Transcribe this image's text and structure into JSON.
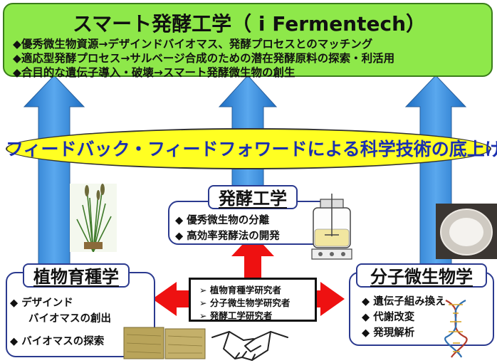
{
  "header": {
    "title": "スマート発酵工学（ i Fermentech）",
    "lines": [
      "◆優秀微生物資源→デザインドバイオマス、発酵プロセスとのマッチング",
      "◆適応型発酵プロセス→サルベージ合成のための潜在発酵原料の探索・利活用",
      "◆合目的な遺伝子導入・破壊→スマート発酵微生物の創生"
    ]
  },
  "banner": {
    "text": "フィードバック・フィードフォワードによる科学技術の底上げ"
  },
  "fermentation": {
    "title": "発酵工学",
    "items": [
      "◆ 優秀微生物の分離",
      "◆ 高効率発酵法の開発"
    ]
  },
  "plant_breeding": {
    "title": "植物育種学",
    "items": [
      "◆ デザインド",
      "バイオマスの創出",
      "◆ バイオマスの探索"
    ]
  },
  "microbiology": {
    "title": "分子微生物学",
    "items": [
      "◆ 遺伝子組み換え",
      "◆ 代謝改変",
      "◆ 発現解析"
    ]
  },
  "researchers": {
    "items": [
      "➢ 植物育種学研究者",
      "➢ 分子微生物学研究者",
      "➢ 発酵工学研究者"
    ]
  },
  "colors": {
    "top_box": "#8ee84a",
    "banner": "#ffff22",
    "banner_text": "#1a2fb0",
    "arrow_blue": "#2a86d8",
    "arrow_red": "#ee1111",
    "panel_border": "#2b3a8f"
  }
}
